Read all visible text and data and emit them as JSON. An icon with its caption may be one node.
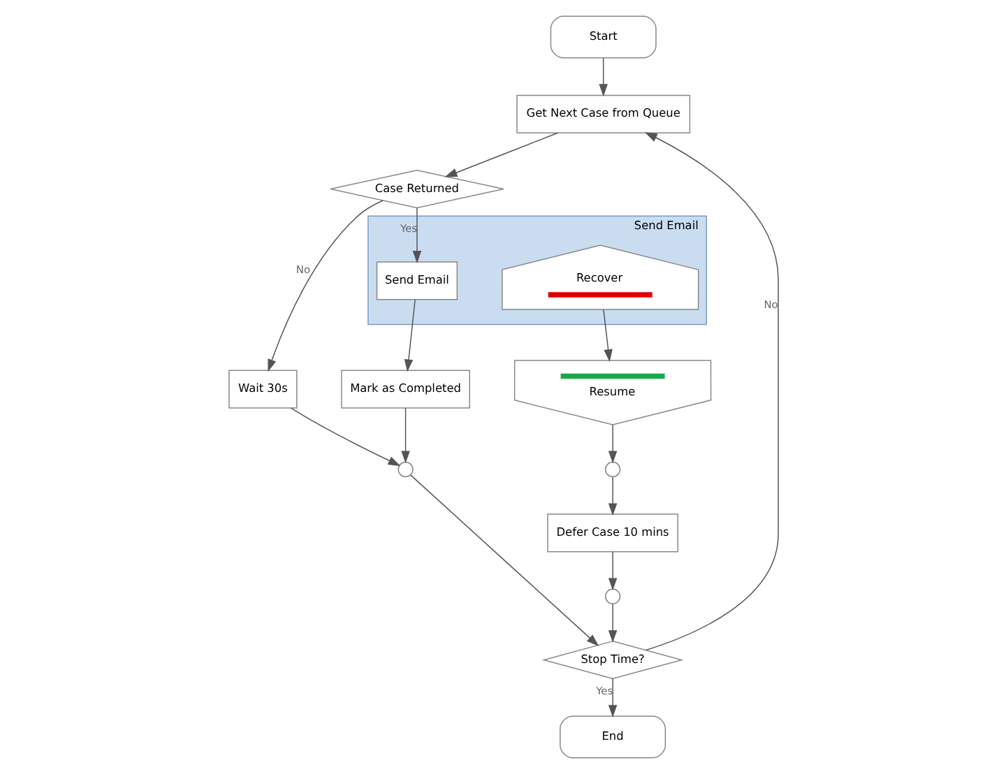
{
  "diagram": {
    "nodes": [
      {
        "text": [
          "Start"
        ]
      },
      {
        "text": [
          "End"
        ]
      },
      {
        "text": [
          "Get Next Case from Queue"
        ]
      },
      {
        "text": [
          "Stop Time?"
        ]
      },
      {
        "text": [],
        "shape": "circle"
      },
      {
        "text": [
          "Case Returned"
        ]
      },
      {
        "text": [
          "Wait 30s"
        ]
      },
      {
        "text": [],
        "shape": "circle"
      },
      {
        "text": [
          "Send Email"
        ]
      },
      {
        "text": [
          "Send Email"
        ],
        "in": 8
      },
      {
        "text": [
          "Mark as Completed"
        ]
      },
      {
        "text": [
          "Defer Case 10 mins"
        ]
      },
      {
        "text": [
          "Recover"
        ],
        "in": 8
      },
      {
        "text": [
          "Resume"
        ]
      },
      {
        "text": [],
        "shape": "circle"
      }
    ],
    "edges": [
      {
        "from": 0,
        "to": 2,
        "arrow": "to"
      },
      {
        "from": 3,
        "to": 1,
        "arrow": "to",
        "label": "Yes"
      },
      {
        "from": 3,
        "to": 2,
        "arrow": "to",
        "label": "No"
      },
      {
        "from": 4,
        "to": 3,
        "arrow": "to"
      },
      {
        "from": 2,
        "to": 5,
        "arrow": "to"
      },
      {
        "from": 5,
        "to": 6,
        "arrow": "to",
        "label": "No"
      },
      {
        "from": 6,
        "to": 7,
        "arrow": "to"
      },
      {
        "from": 7,
        "to": 3,
        "arrow": "to"
      },
      {
        "from": 5,
        "to": 9,
        "arrow": "to",
        "label": "Yes"
      },
      {
        "from": 9,
        "to": 10,
        "arrow": "to"
      },
      {
        "from": 10,
        "to": 7,
        "arrow": "to"
      },
      {
        "from": 12,
        "to": 13,
        "arrow": "to"
      },
      {
        "from": 13,
        "to": 14,
        "arrow": "to"
      },
      {
        "from": 14,
        "to": 11,
        "arrow": "to"
      },
      {
        "from": 11,
        "to": 4,
        "arrow": "to"
      }
    ]
  }
}
